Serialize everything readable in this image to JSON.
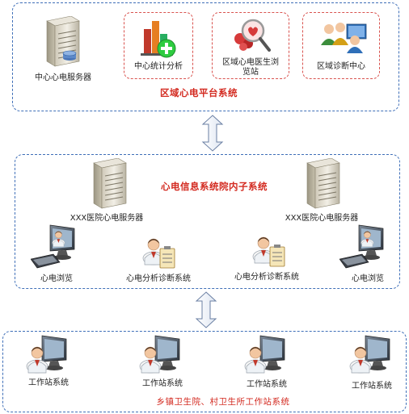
{
  "regional_platform": {
    "title": "区域心电平台系统",
    "server_label": "中心心电服务器",
    "modules": [
      {
        "label": "中心统计分析",
        "icon": "statistics-chart-icon"
      },
      {
        "label": "区域心电医生浏览站",
        "icon": "heart-magnifier-icon"
      },
      {
        "label": "区域诊断中心",
        "icon": "people-group-icon"
      }
    ]
  },
  "hospital_subsystem": {
    "title": "心电信息系统院内子系统",
    "servers": [
      {
        "label": "XXX医院心电服务器"
      },
      {
        "label": "XXX医院心电服务器"
      }
    ],
    "clients": [
      {
        "label": "心电浏览",
        "icon": "monitor-doctor-icon"
      },
      {
        "label": "心电分析诊断系统",
        "icon": "doctor-clipboard-icon"
      },
      {
        "label": "心电分析诊断系统",
        "icon": "doctor-clipboard-icon"
      },
      {
        "label": "心电浏览",
        "icon": "monitor-doctor-icon"
      }
    ]
  },
  "township": {
    "title": "乡镇卫生院、村卫生所工作站系统",
    "stations": [
      {
        "label": "工作站系统"
      },
      {
        "label": "工作站系统"
      },
      {
        "label": "工作站系统"
      },
      {
        "label": "工作站系统"
      }
    ]
  },
  "colors": {
    "tier_border": "#3f6fb8",
    "module_border": "#d9534f",
    "title_red": "#d32a20"
  }
}
